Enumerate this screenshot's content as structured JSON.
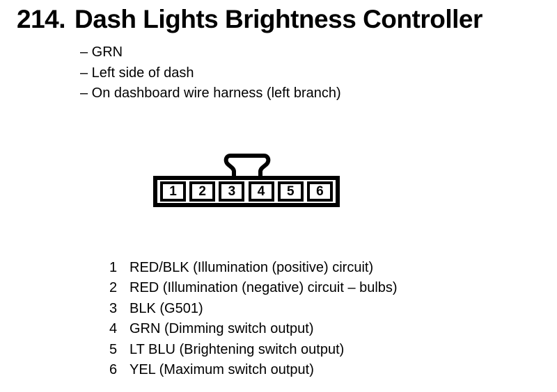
{
  "page": {
    "background": "#ffffff",
    "text_color": "#000000"
  },
  "header": {
    "number": "214.",
    "title": "Dash Lights Brightness Controller"
  },
  "details": {
    "items": [
      "– GRN",
      "– Left side of dash",
      "– On dashboard wire harness (left branch)"
    ]
  },
  "connector": {
    "type": "6-pin connector, single row, latch tab on top",
    "cells": [
      "1",
      "2",
      "3",
      "4",
      "5",
      "6"
    ]
  },
  "pins": [
    {
      "num": "1",
      "desc": "RED/BLK (Illumination (positive) circuit)"
    },
    {
      "num": "2",
      "desc": "RED (Illumination (negative) circuit – bulbs)"
    },
    {
      "num": "3",
      "desc": "BLK (G501)"
    },
    {
      "num": "4",
      "desc": "GRN (Dimming switch output)"
    },
    {
      "num": "5",
      "desc": "LT BLU (Brightening switch output)"
    },
    {
      "num": "6",
      "desc": "YEL (Maximum switch output)"
    }
  ]
}
